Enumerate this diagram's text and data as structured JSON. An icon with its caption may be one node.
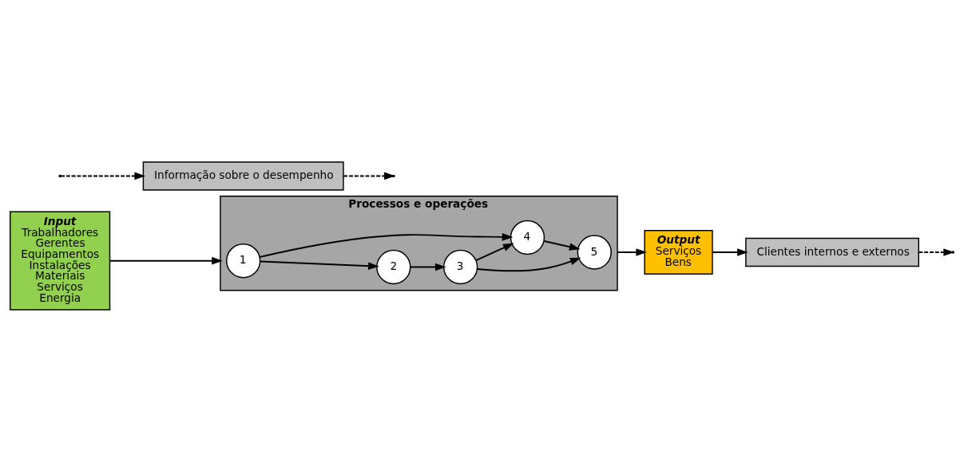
{
  "diagram": {
    "nodes": [
      {
        "text": [
          "Input",
          "Trabalhadores",
          "Gerentes",
          "Equipamentos",
          "Instalações",
          "Materiais",
          "Serviços",
          "Energia"
        ]
      },
      {
        "text": [
          "Clientes internos e externos"
        ]
      },
      {
        "text": [
          "Processos e operações"
        ]
      },
      {
        "text": [
          "1"
        ],
        "in": 2
      },
      {
        "text": [
          "2"
        ],
        "in": 2
      },
      {
        "text": [
          "3"
        ],
        "in": 2
      },
      {
        "text": [
          "4"
        ],
        "in": 2
      },
      {
        "text": [
          "5"
        ],
        "in": 2
      },
      {
        "text": [
          "Output",
          "Serviços",
          "Bens"
        ]
      },
      {
        "text": [
          "Informação sobre o desempenho"
        ]
      }
    ],
    "edges": [
      {
        "from": 0,
        "to": 2,
        "arrow": "to"
      },
      {
        "from": 3,
        "to": 4,
        "arrow": "to"
      },
      {
        "from": 3,
        "to": 6,
        "arrow": "to"
      },
      {
        "from": 4,
        "to": 5,
        "arrow": "to"
      },
      {
        "from": 5,
        "to": 6,
        "arrow": "to"
      },
      {
        "from": 5,
        "to": 7,
        "arrow": "to"
      },
      {
        "from": 6,
        "to": 7,
        "arrow": "to"
      },
      {
        "from": 2,
        "to": 8,
        "arrow": "to"
      },
      {
        "from": 8,
        "to": 1,
        "arrow": "to"
      },
      {
        "from": 1,
        "to": null,
        "arrow": "to",
        "style": "dashed"
      },
      {
        "from": null,
        "to": 9,
        "arrow": "to",
        "style": "dashed"
      },
      {
        "from": 9,
        "to": null,
        "arrow": "to",
        "style": "dashed"
      }
    ]
  }
}
